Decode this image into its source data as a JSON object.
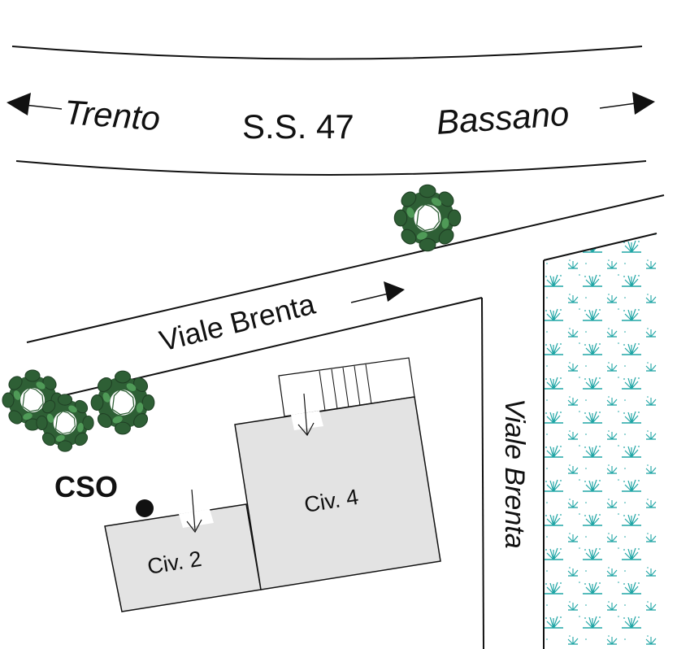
{
  "map": {
    "highway": {
      "label": "S.S. 47",
      "west_destination": "Trento",
      "east_destination": "Bassano"
    },
    "streets": [
      {
        "name": "Viale Brenta"
      },
      {
        "name": "Viale Brenta"
      }
    ],
    "buildings": [
      {
        "label": "Civ. 2"
      },
      {
        "label": "Civ. 4"
      }
    ],
    "marker": {
      "label": "CSO"
    },
    "colors": {
      "building_fill": "#e3e3e3",
      "tree_dark": "#2e5f35",
      "tree_light": "#4f9a57",
      "marsh_symbol": "#1fa5a5",
      "line": "#111111"
    },
    "icons": {
      "tree": "tree-icon",
      "marsh": "marsh-icon",
      "arrow": "direction-arrow-icon",
      "marker": "point-marker-icon"
    }
  }
}
